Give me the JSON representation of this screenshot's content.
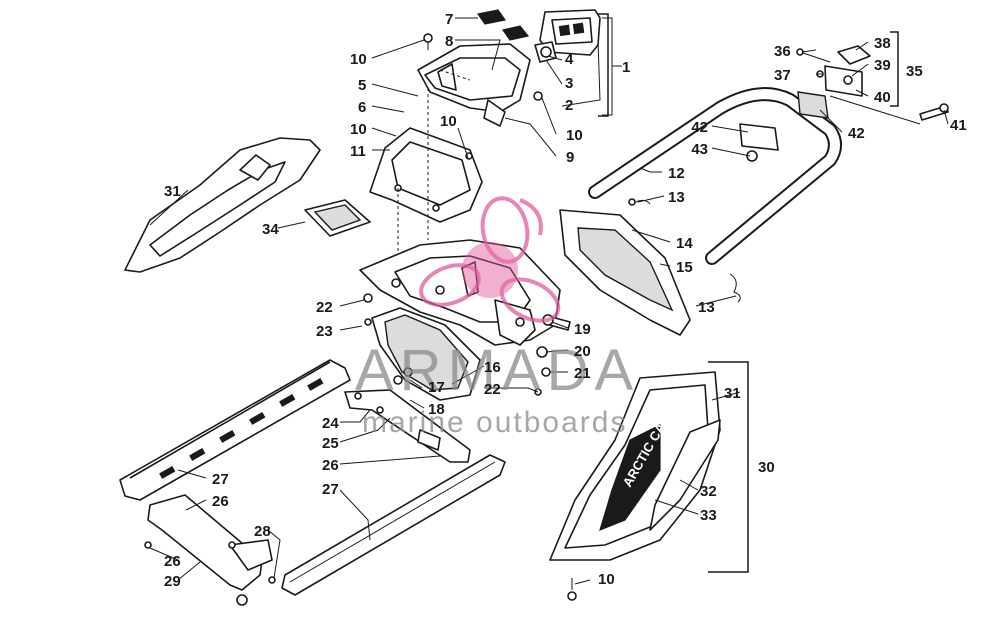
{
  "callouts": [
    {
      "id": "c1",
      "text": "1"
    },
    {
      "id": "c2",
      "text": "2"
    },
    {
      "id": "c3",
      "text": "3"
    },
    {
      "id": "c4",
      "text": "4"
    },
    {
      "id": "c5",
      "text": "5"
    },
    {
      "id": "c6",
      "text": "6"
    },
    {
      "id": "c7",
      "text": "7"
    },
    {
      "id": "c8",
      "text": "8"
    },
    {
      "id": "c10a",
      "text": "10"
    },
    {
      "id": "c10b",
      "text": "10"
    },
    {
      "id": "c10c",
      "text": "10"
    },
    {
      "id": "c10d",
      "text": "10"
    },
    {
      "id": "c10e",
      "text": "10"
    },
    {
      "id": "c9",
      "text": "9"
    },
    {
      "id": "c11",
      "text": "11"
    },
    {
      "id": "c12",
      "text": "12"
    },
    {
      "id": "c13a",
      "text": "13"
    },
    {
      "id": "c13b",
      "text": "13"
    },
    {
      "id": "c14",
      "text": "14"
    },
    {
      "id": "c15",
      "text": "15"
    },
    {
      "id": "c16",
      "text": "16"
    },
    {
      "id": "c17",
      "text": "17"
    },
    {
      "id": "c18",
      "text": "18"
    },
    {
      "id": "c19",
      "text": "19"
    },
    {
      "id": "c20",
      "text": "20"
    },
    {
      "id": "c21",
      "text": "21"
    },
    {
      "id": "c22a",
      "text": "22"
    },
    {
      "id": "c22b",
      "text": "22"
    },
    {
      "id": "c23",
      "text": "23"
    },
    {
      "id": "c24",
      "text": "24"
    },
    {
      "id": "c25",
      "text": "25"
    },
    {
      "id": "c26a",
      "text": "26"
    },
    {
      "id": "c26b",
      "text": "26"
    },
    {
      "id": "c26c",
      "text": "26"
    },
    {
      "id": "c27a",
      "text": "27"
    },
    {
      "id": "c27b",
      "text": "27"
    },
    {
      "id": "c28",
      "text": "28"
    },
    {
      "id": "c29",
      "text": "29"
    },
    {
      "id": "c30",
      "text": "30"
    },
    {
      "id": "c31a",
      "text": "31"
    },
    {
      "id": "c31b",
      "text": "31"
    },
    {
      "id": "c32",
      "text": "32"
    },
    {
      "id": "c33",
      "text": "33"
    },
    {
      "id": "c34",
      "text": "34"
    },
    {
      "id": "c35",
      "text": "35"
    },
    {
      "id": "c36",
      "text": "36"
    },
    {
      "id": "c37",
      "text": "37"
    },
    {
      "id": "c38",
      "text": "38"
    },
    {
      "id": "c39",
      "text": "39"
    },
    {
      "id": "c40",
      "text": "40"
    },
    {
      "id": "c41",
      "text": "41"
    },
    {
      "id": "c42a",
      "text": "42"
    },
    {
      "id": "c42b",
      "text": "42"
    },
    {
      "id": "c43",
      "text": "43"
    }
  ],
  "decal": {
    "text": "ARCTIC CAT"
  },
  "watermark": {
    "title": "ARMADA",
    "subtitle": "marine outboards",
    "logo": "boat-propeller-logo",
    "color": "#e0559b"
  },
  "colors": {
    "line": "#1a1a1a",
    "background": "#ffffff",
    "watermark_text": "#8a8a8a"
  }
}
